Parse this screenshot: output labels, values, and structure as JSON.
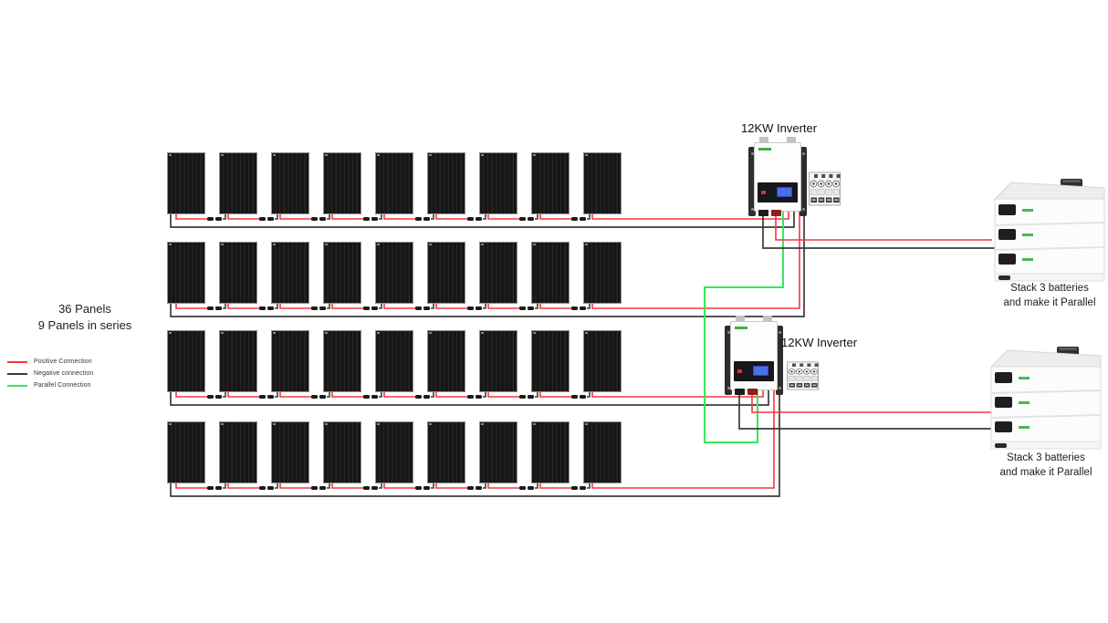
{
  "diagram": {
    "title_line1": "36 Panels",
    "title_line2": "9 Panels in series",
    "panels": {
      "total": 36,
      "per_row": 9,
      "rows": 4
    },
    "legend": {
      "items": [
        {
          "name": "positive",
          "label": "Positive Connection",
          "color": "#f4373b"
        },
        {
          "name": "negative",
          "label": "Negative connection",
          "color": "#3b3b3b"
        },
        {
          "name": "parallel",
          "label": "Parallel Connection",
          "color": "#38e75a"
        }
      ]
    },
    "inverters": [
      {
        "label": "12KW Inverter"
      },
      {
        "label": "12KW Inverter"
      }
    ],
    "batteries": [
      {
        "label_line1": "Stack 3 batteries",
        "label_line2": "and make it Parallel"
      },
      {
        "label_line1": "Stack 3 batteries",
        "label_line2": "and make it Parallel"
      }
    ],
    "colors": {
      "positive": "#f4373b",
      "negative": "#3b3b3b",
      "parallel": "#38e75a",
      "connector": "#1b1b1b"
    }
  }
}
